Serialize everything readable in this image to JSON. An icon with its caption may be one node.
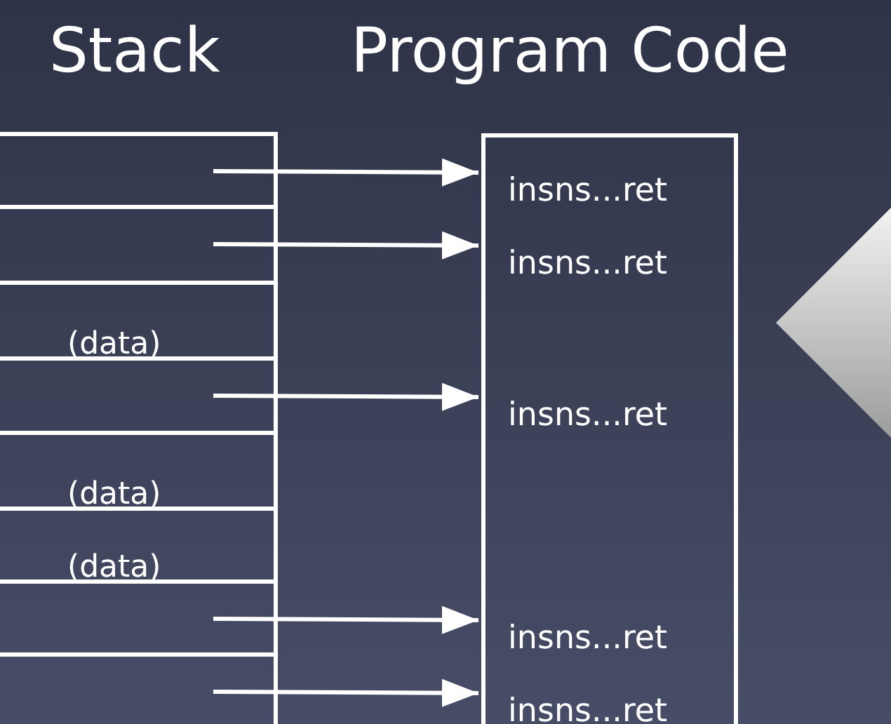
{
  "diagram": {
    "nodes": [
      {
        "text": [],
        "shape": "box"
      },
      {
        "text": [],
        "shape": "box"
      },
      {
        "text": [
          "(data)"
        ]
      },
      {
        "text": [],
        "shape": "box"
      },
      {
        "text": [
          "(data)"
        ]
      },
      {
        "text": [
          "(data)"
        ]
      },
      {
        "text": [],
        "shape": "box"
      },
      {
        "text": [],
        "shape": "box"
      },
      {
        "text": [],
        "shape": "box"
      },
      {
        "text": [
          "insns...ret"
        ],
        "in": 8
      },
      {
        "text": [
          "insns...ret"
        ],
        "in": 8
      },
      {
        "text": [
          "insns...ret"
        ],
        "in": 8
      },
      {
        "text": [
          "insns...ret"
        ],
        "in": 8
      },
      {
        "text": [
          "insns...ret"
        ],
        "in": 8
      },
      {
        "text": [],
        "shape": "diamond"
      }
    ],
    "edges": [
      {
        "from": 0,
        "to": 9,
        "arrow": "to"
      },
      {
        "from": 1,
        "to": 10,
        "arrow": "to"
      },
      {
        "from": 3,
        "to": 11,
        "arrow": "to"
      },
      {
        "from": 6,
        "to": 12,
        "arrow": "to"
      },
      {
        "from": 7,
        "to": 13,
        "arrow": "to"
      }
    ],
    "labels": [
      "Stack",
      "Program Code"
    ]
  }
}
